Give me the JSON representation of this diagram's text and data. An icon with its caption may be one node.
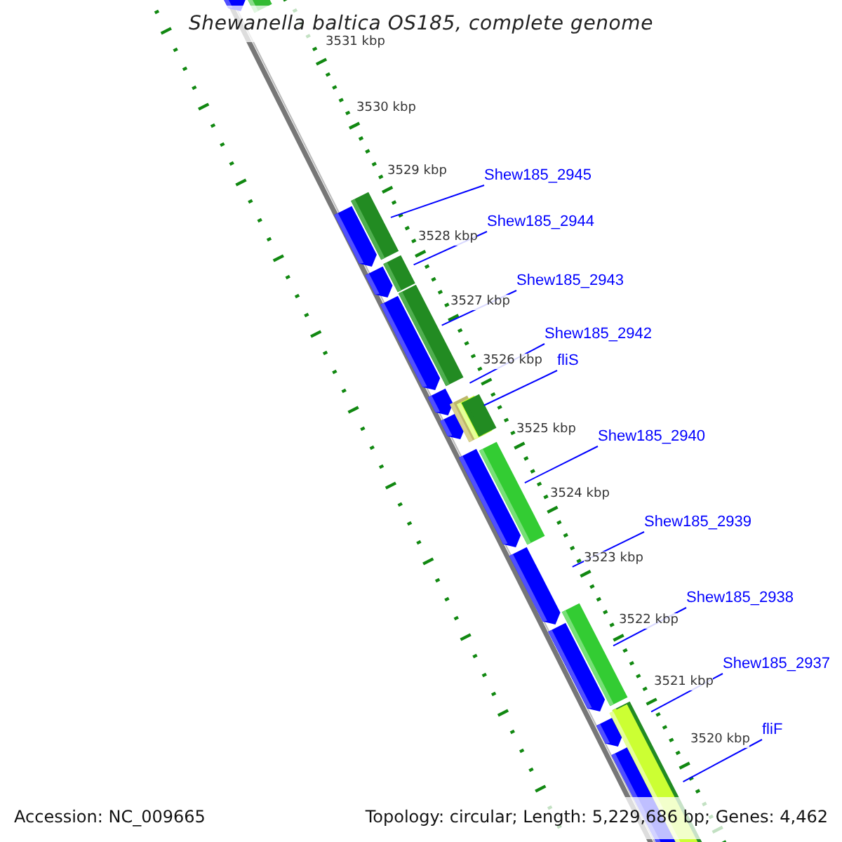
{
  "diagram": {
    "title": "Shewanella baltica OS185, complete genome",
    "nodes": [
      {
        "text": [
          "Shew185_2945"
        ]
      },
      {
        "text": [
          "Shew185_2944"
        ]
      },
      {
        "text": [
          "Shew185_2943"
        ]
      },
      {
        "text": [
          "Shew185_2942"
        ]
      },
      {
        "text": [
          "fliS"
        ]
      },
      {
        "text": [
          "Shew185_2940"
        ]
      },
      {
        "text": [
          "Shew185_2939"
        ]
      },
      {
        "text": [
          "Shew185_2938"
        ]
      },
      {
        "text": [
          "Shew185_2937"
        ]
      },
      {
        "text": [
          "fliF"
        ]
      }
    ],
    "edges": [
      {
        "from": 0,
        "to": null,
        "arrow": "none"
      },
      {
        "from": 1,
        "to": null,
        "arrow": "none"
      },
      {
        "from": 2,
        "to": null,
        "arrow": "none"
      },
      {
        "from": 3,
        "to": null,
        "arrow": "none"
      },
      {
        "from": 4,
        "to": null,
        "arrow": "none"
      },
      {
        "from": 5,
        "to": null,
        "arrow": "none"
      },
      {
        "from": 6,
        "to": null,
        "arrow": "none"
      },
      {
        "from": 7,
        "to": null,
        "arrow": "none"
      },
      {
        "from": 8,
        "to": null,
        "arrow": "none"
      },
      {
        "from": 9,
        "to": null,
        "arrow": "none"
      }
    ],
    "labels": [
      "3531 kbp",
      "3530 kbp",
      "3529 kbp",
      "3528 kbp",
      "3527 kbp",
      "3526 kbp",
      "3525 kbp",
      "3524 kbp",
      "3523 kbp",
      "3522 kbp",
      "3521 kbp",
      "3520 kbp",
      "Accession: NC_009665",
      "Topology: circular; Length: 5,229,686 bp; Genes: 4,462"
    ]
  }
}
